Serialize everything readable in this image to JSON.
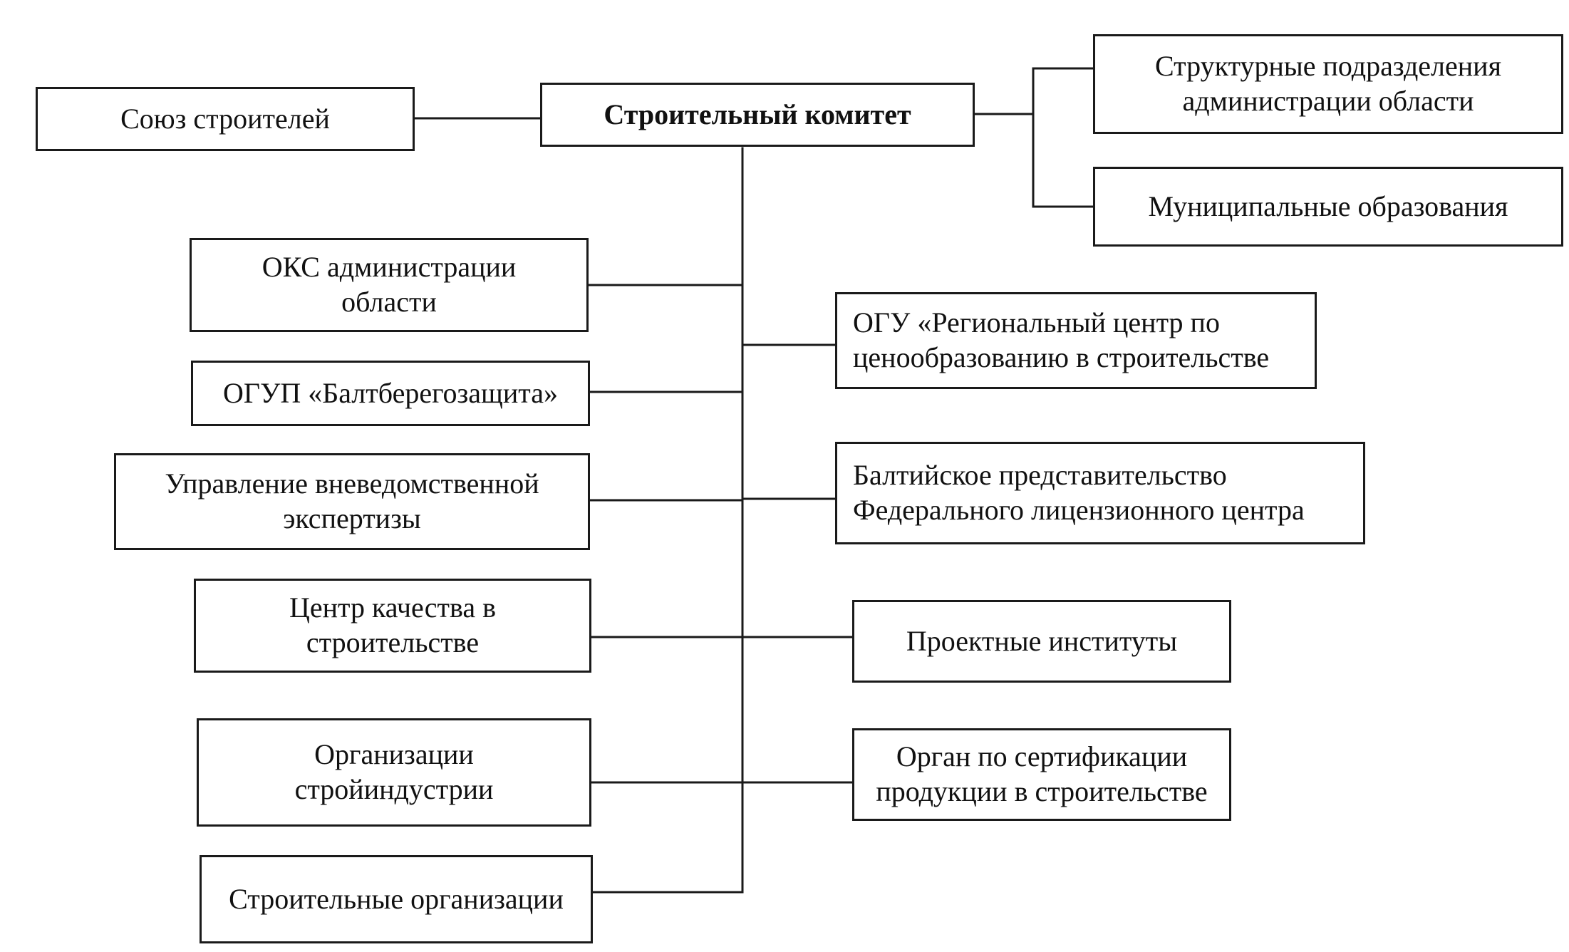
{
  "diagram": {
    "center": {
      "label": "Строительный комитет"
    },
    "top_left": {
      "label": "Союз строителей"
    },
    "top_right": [
      {
        "label": "Структурные подразделения\nадминистрации области"
      },
      {
        "label": "Муниципальные образования"
      }
    ],
    "left_column": [
      {
        "label": "ОКС администрации\nобласти"
      },
      {
        "label": "ОГУП «Балтберегозащита»"
      },
      {
        "label": "Управление вневедомственной\nэкспертизы"
      },
      {
        "label": "Центр качества в\nстроительстве"
      },
      {
        "label": "Организации\nстройиндустрии"
      },
      {
        "label": "Строительные организации"
      }
    ],
    "right_column": [
      {
        "label": "ОГУ «Региональный центр по\nценообразованию в строительстве"
      },
      {
        "label": "Балтийское представительство\nФедерального лицензионного центра"
      },
      {
        "label": "Проектные институты"
      },
      {
        "label": "Орган по сертификации\nпродукции в строительстве"
      }
    ]
  }
}
